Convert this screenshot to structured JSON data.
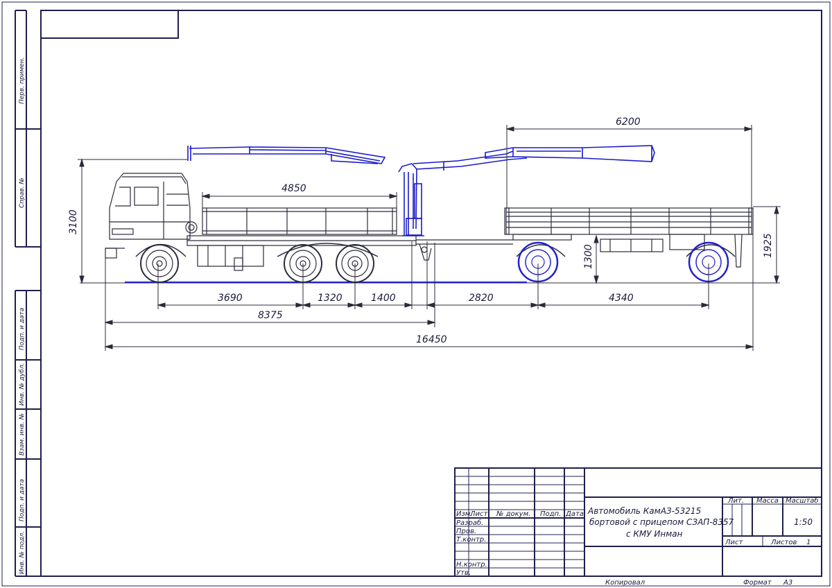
{
  "dimensions": {
    "overall_length": "16450",
    "truck_length": "8375",
    "front_overhang_to_axle": "3690",
    "axle_spacing": "1320",
    "rear_to_hitch": "1400",
    "trailer_drawbar": "2820",
    "trailer_wheelbase": "4340",
    "truck_body_length": "4850",
    "trailer_body_length": "6200",
    "truck_height": "3100",
    "trailer_height": "1925",
    "trailer_platform_height": "1300"
  },
  "title_block": {
    "designation_line1": "Автомобиль КамАЗ-53215",
    "designation_line2": "бортовой с прицепом СЗАП-8357",
    "designation_line3": "с КМУ Инман",
    "col_izm": "Изм.",
    "col_list": "Лист",
    "col_doc": "№ докум.",
    "col_sign": "Подп.",
    "col_date": "Дата",
    "row_razrab": "Разраб.",
    "row_prov": "Пров.",
    "row_tkontr": "Т.контр.",
    "row_nkontr": "Н.контр.",
    "row_utv": "Утв.",
    "lit": "Лит.",
    "massa": "Масса",
    "masshtab": "Масштаб",
    "scale": "1:50",
    "sheet": "Лист",
    "sheets": "Листов",
    "sheets_count": "1",
    "copied": "Копировал",
    "format": "Формат",
    "format_value": "A3"
  },
  "side_strip": {
    "perv_primen": "Перв. примен.",
    "sprav_no": "Справ. №",
    "podp_data_1": "Подп. и дата",
    "inv_dubl": "Инв. № дубл.",
    "vzam_inv": "Взам. инв. №",
    "podp_data_2": "Подп. и дата",
    "inv_podl": "Инв. № подл."
  },
  "colors": {
    "frame": "#1f1f4d",
    "crane": "#1a1acc",
    "wheels": "#2222cc",
    "drawing": "#2a2a3a"
  }
}
